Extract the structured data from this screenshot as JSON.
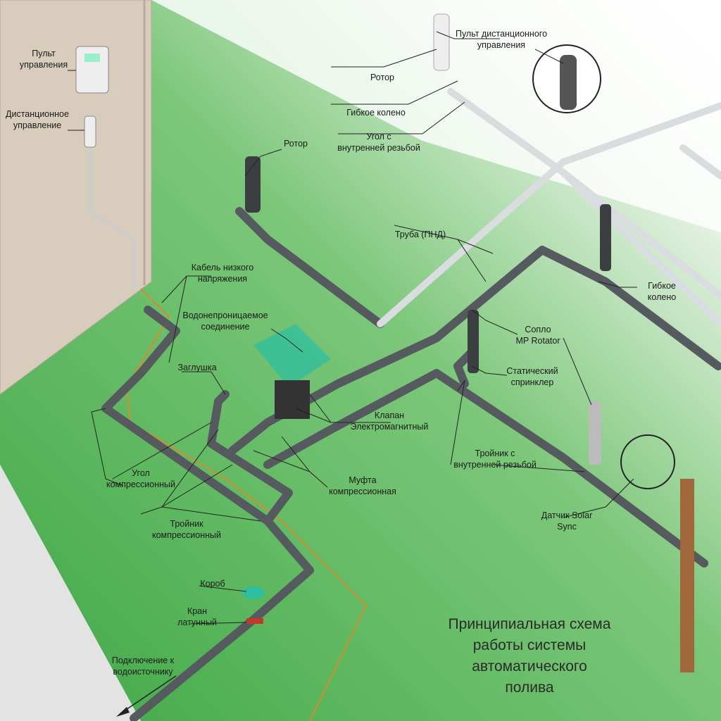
{
  "labels": [
    {
      "id": "control-panel",
      "text": "Пульт\nуправления"
    },
    {
      "id": "remote-control-receiver",
      "text": "Дистанционное\nуправление"
    },
    {
      "id": "rotor-left",
      "text": "Ротор"
    },
    {
      "id": "low-voltage-cable",
      "text": "Кабель низкого\nнапряжения"
    },
    {
      "id": "waterproof-connection",
      "text": "Водонепроницаемое\nсоединение"
    },
    {
      "id": "plug",
      "text": "Заглушка"
    },
    {
      "id": "compression-elbow",
      "text": "Угол\nкомпрессионный"
    },
    {
      "id": "solenoid-valve",
      "text": "Клапан\nЭлектромагнитный"
    },
    {
      "id": "compression-coupling",
      "text": "Муфта\nкомпрессионная"
    },
    {
      "id": "compression-tee",
      "text": "Тройник\nкомпрессионный"
    },
    {
      "id": "valve-box",
      "text": "Короб"
    },
    {
      "id": "brass-valve",
      "text": "Кран\nлатунный"
    },
    {
      "id": "water-source",
      "text": "Подключение к\nводоисточнику"
    },
    {
      "id": "rotor-top",
      "text": "Ротор"
    },
    {
      "id": "flex-elbow-top",
      "text": "Гибкое колено"
    },
    {
      "id": "female-elbow",
      "text": "Угол с\nвнутренней резьбой"
    },
    {
      "id": "remote-control",
      "text": "Пульт дистанционного\nуправления"
    },
    {
      "id": "pipe-hdpe",
      "text": "Труба (ПНД)"
    },
    {
      "id": "flex-elbow-right",
      "text": "Гибкое\nколено"
    },
    {
      "id": "mp-rotator",
      "text": "Сопло\nMP Rotator"
    },
    {
      "id": "static-sprinkler",
      "text": "Статический\nспринклер"
    },
    {
      "id": "female-tee",
      "text": "Тройник с\nвнутренней резьбой"
    },
    {
      "id": "solar-sync",
      "text": "Датчик Solar\nSync"
    }
  ],
  "title": "Принципиальная схема\nработы системы автоматического\nполива",
  "colors": {
    "ground": "#4caf50",
    "wall": "#d8ccbd",
    "pipe": "#555a5e",
    "pipe_light": "#d9dde0",
    "floor": "#e6e6e6",
    "cable": "#d98b2a"
  }
}
